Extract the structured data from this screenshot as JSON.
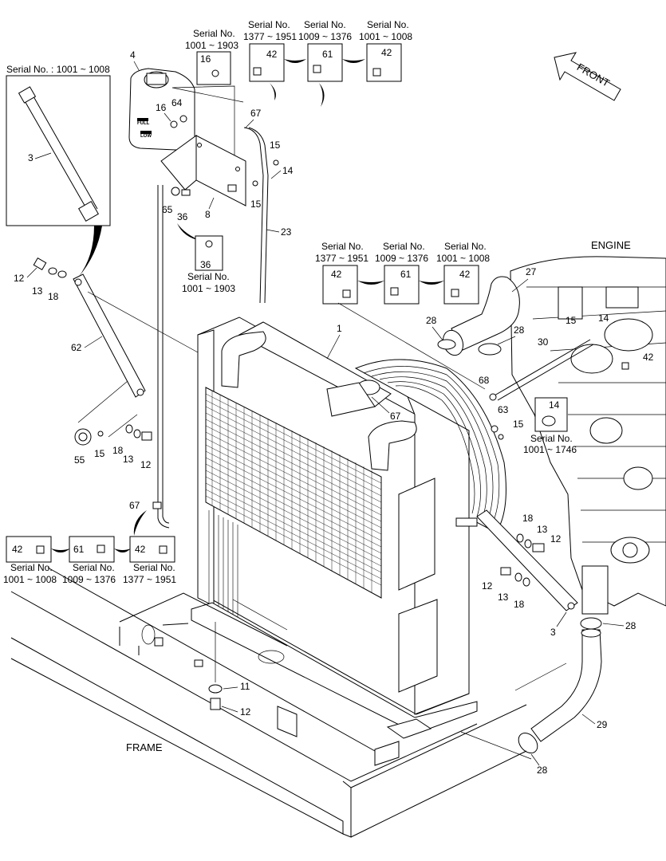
{
  "serial_labels": {
    "s1001_1008": "Serial No. : 1001 ~ 1008",
    "serial_no": "Serial No.",
    "r1001_1903": "1001 ~ 1903",
    "r1377_1951": "1377 ~ 1951",
    "r1009_1376": "1009 ~ 1376",
    "r1001_1008": "1001 ~ 1008",
    "r1001_1746": "1001 ~ 1746"
  },
  "region_labels": {
    "front": "FRONT",
    "engine": "ENGINE",
    "frame": "FRAME"
  },
  "tank_text": {
    "full": "FULL",
    "low": "LOW"
  },
  "parts": {
    "p1": "1",
    "p3": "3",
    "p4": "4",
    "p8": "8",
    "p11": "11",
    "p12": "12",
    "p13": "13",
    "p14": "14",
    "p15": "15",
    "p16": "16",
    "p18": "18",
    "p23": "23",
    "p27": "27",
    "p28": "28",
    "p29": "29",
    "p30": "30",
    "p36": "36",
    "p42": "42",
    "p55": "55",
    "p61": "61",
    "p62": "62",
    "p63": "63",
    "p64": "64",
    "p65": "65",
    "p67": "67",
    "p68": "68"
  }
}
